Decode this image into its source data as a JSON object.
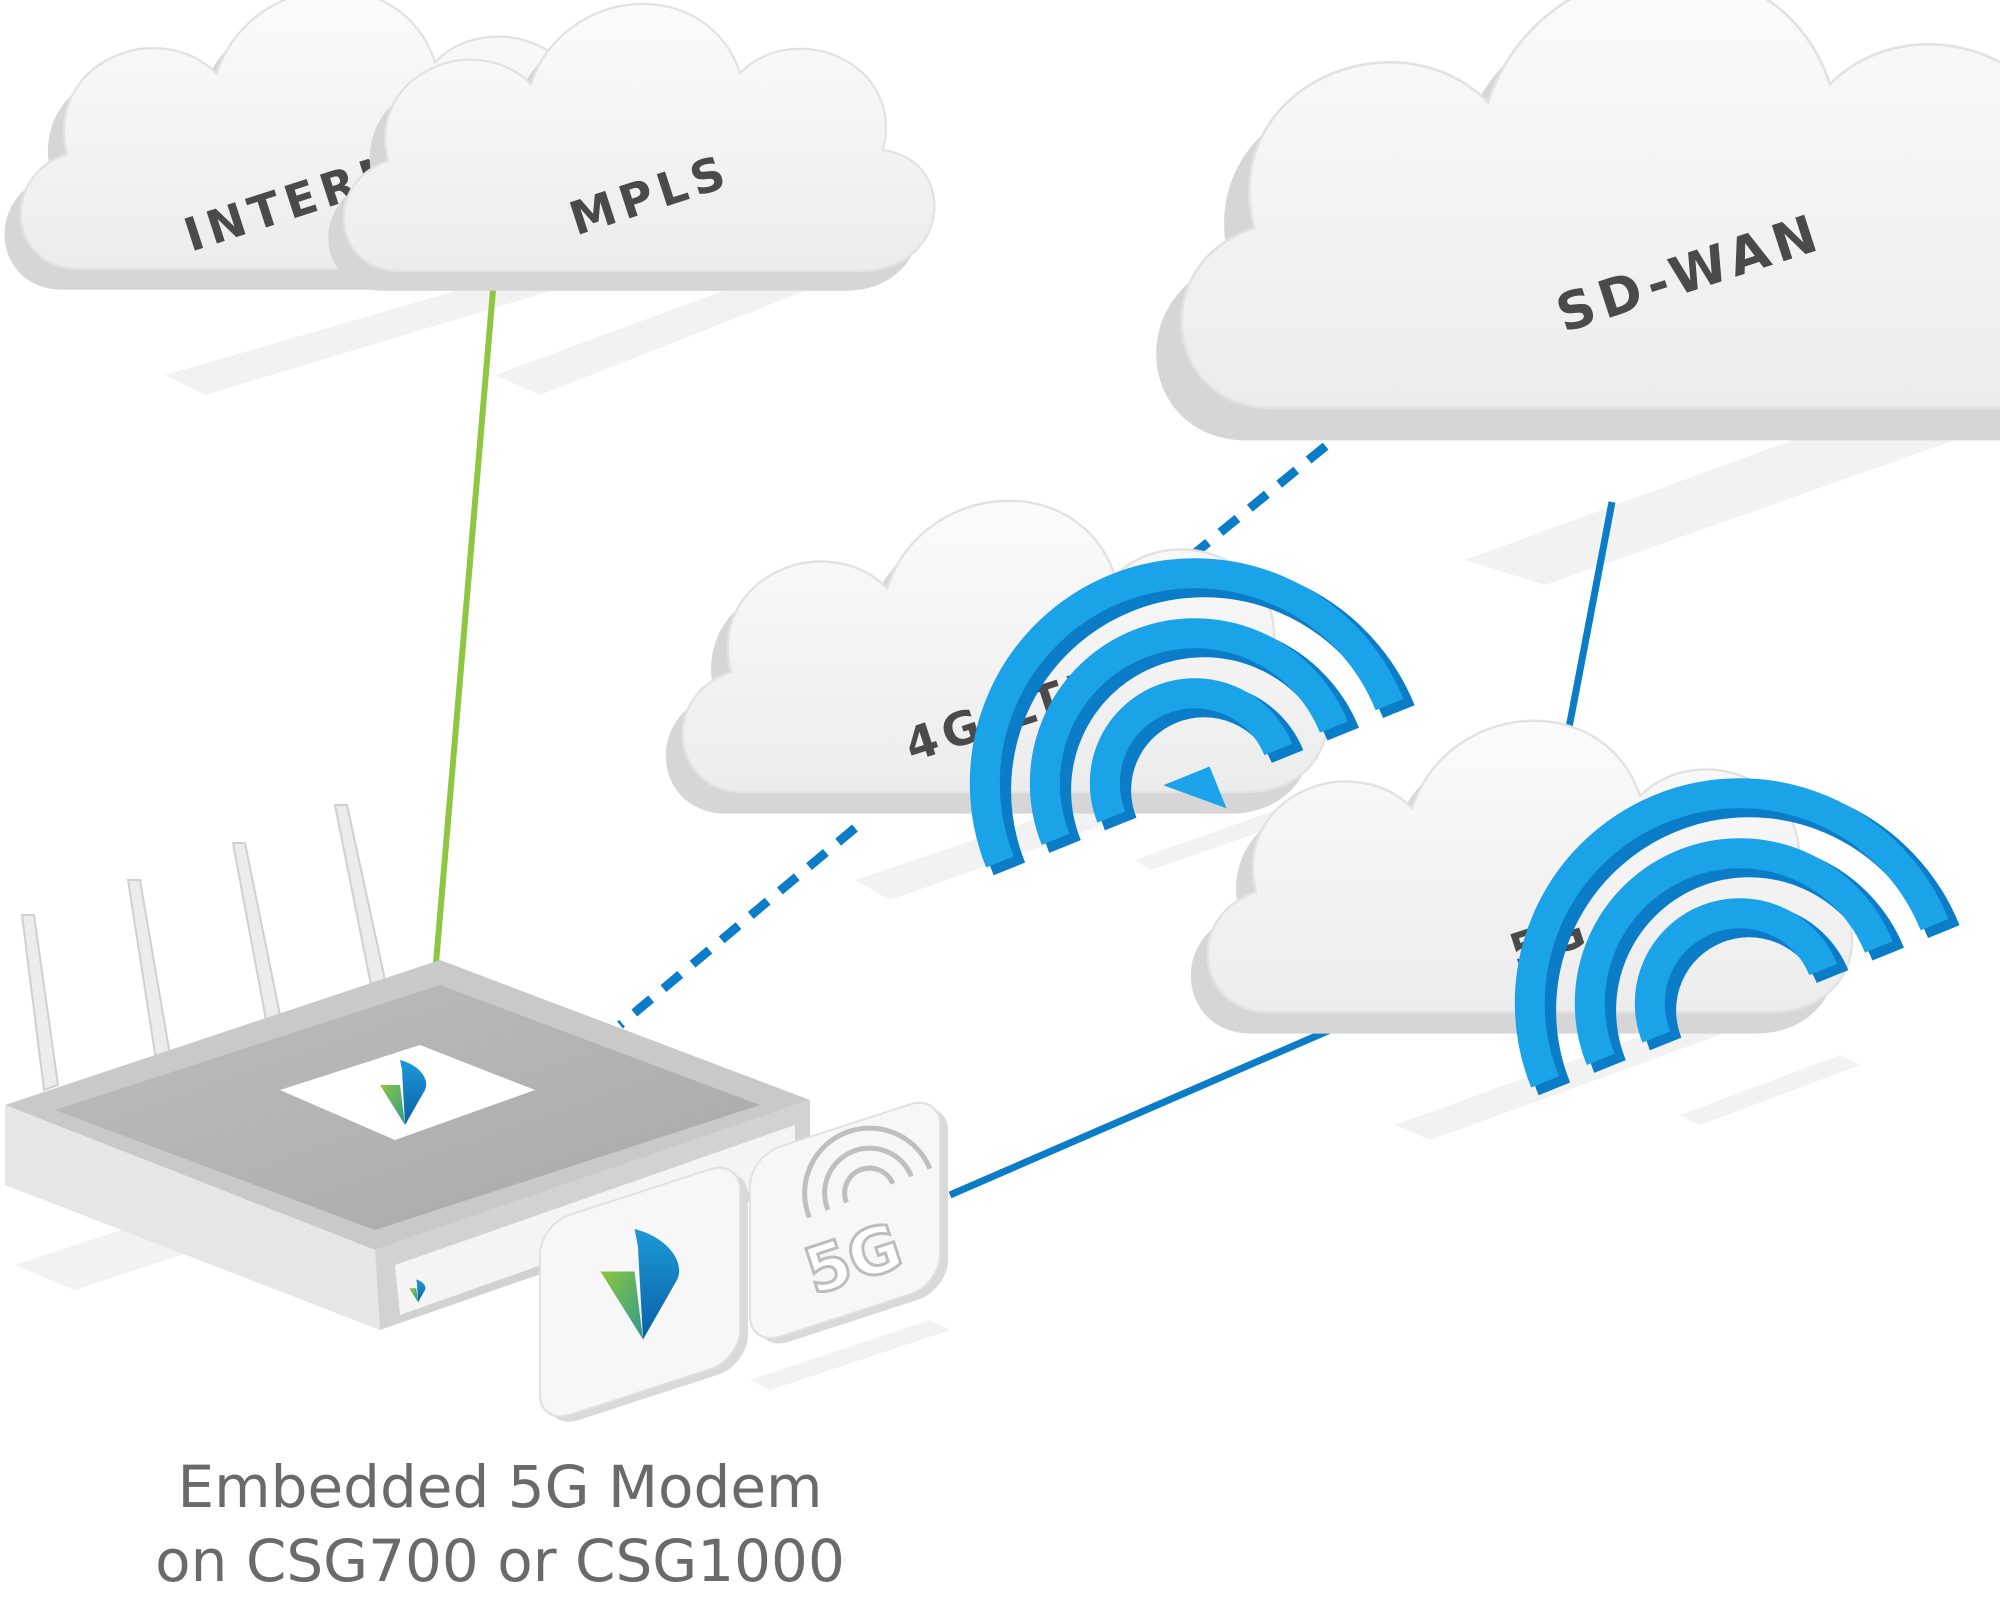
{
  "clouds": {
    "internet": "INTERNET",
    "mpls": "MPLS",
    "sdwan": "SD-WAN",
    "lte": "4G/LTE",
    "fiveg": "5G"
  },
  "modem_badge": "5G",
  "caption": {
    "line1": "Embedded 5G Modem",
    "line2": "on CSG700 or CSG1000"
  },
  "colors": {
    "green_link": "#8dc63f",
    "blue_link": "#0a7cc8",
    "wifi_blue": "#1aa3e8",
    "cloud_face": "#f5f5f5",
    "cloud_side": "#d9d9d9"
  },
  "icons": [
    "wifi-signal-icon",
    "versa-logo-icon",
    "5g-wifi-icon"
  ]
}
